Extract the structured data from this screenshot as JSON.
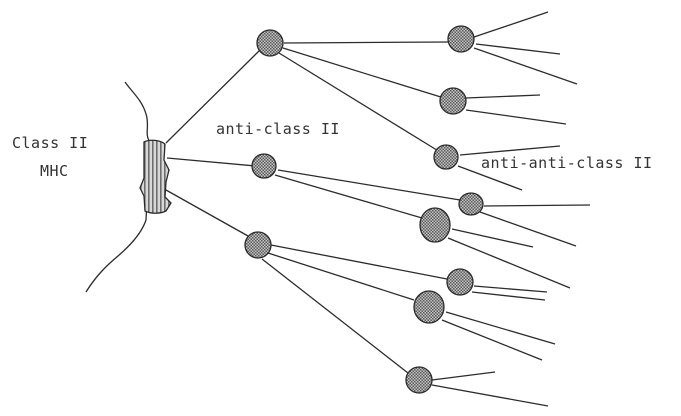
{
  "labels": {
    "mhc_line1": "Class II",
    "mhc_line2": "MHC",
    "antibody": "anti-class II",
    "anti_antibody": "anti-anti-class II"
  },
  "colors": {
    "stroke": "#2c2c2c",
    "text": "#333333",
    "node_fill": "#8a8a8a",
    "receptor_fill": "#b0b0b0"
  }
}
